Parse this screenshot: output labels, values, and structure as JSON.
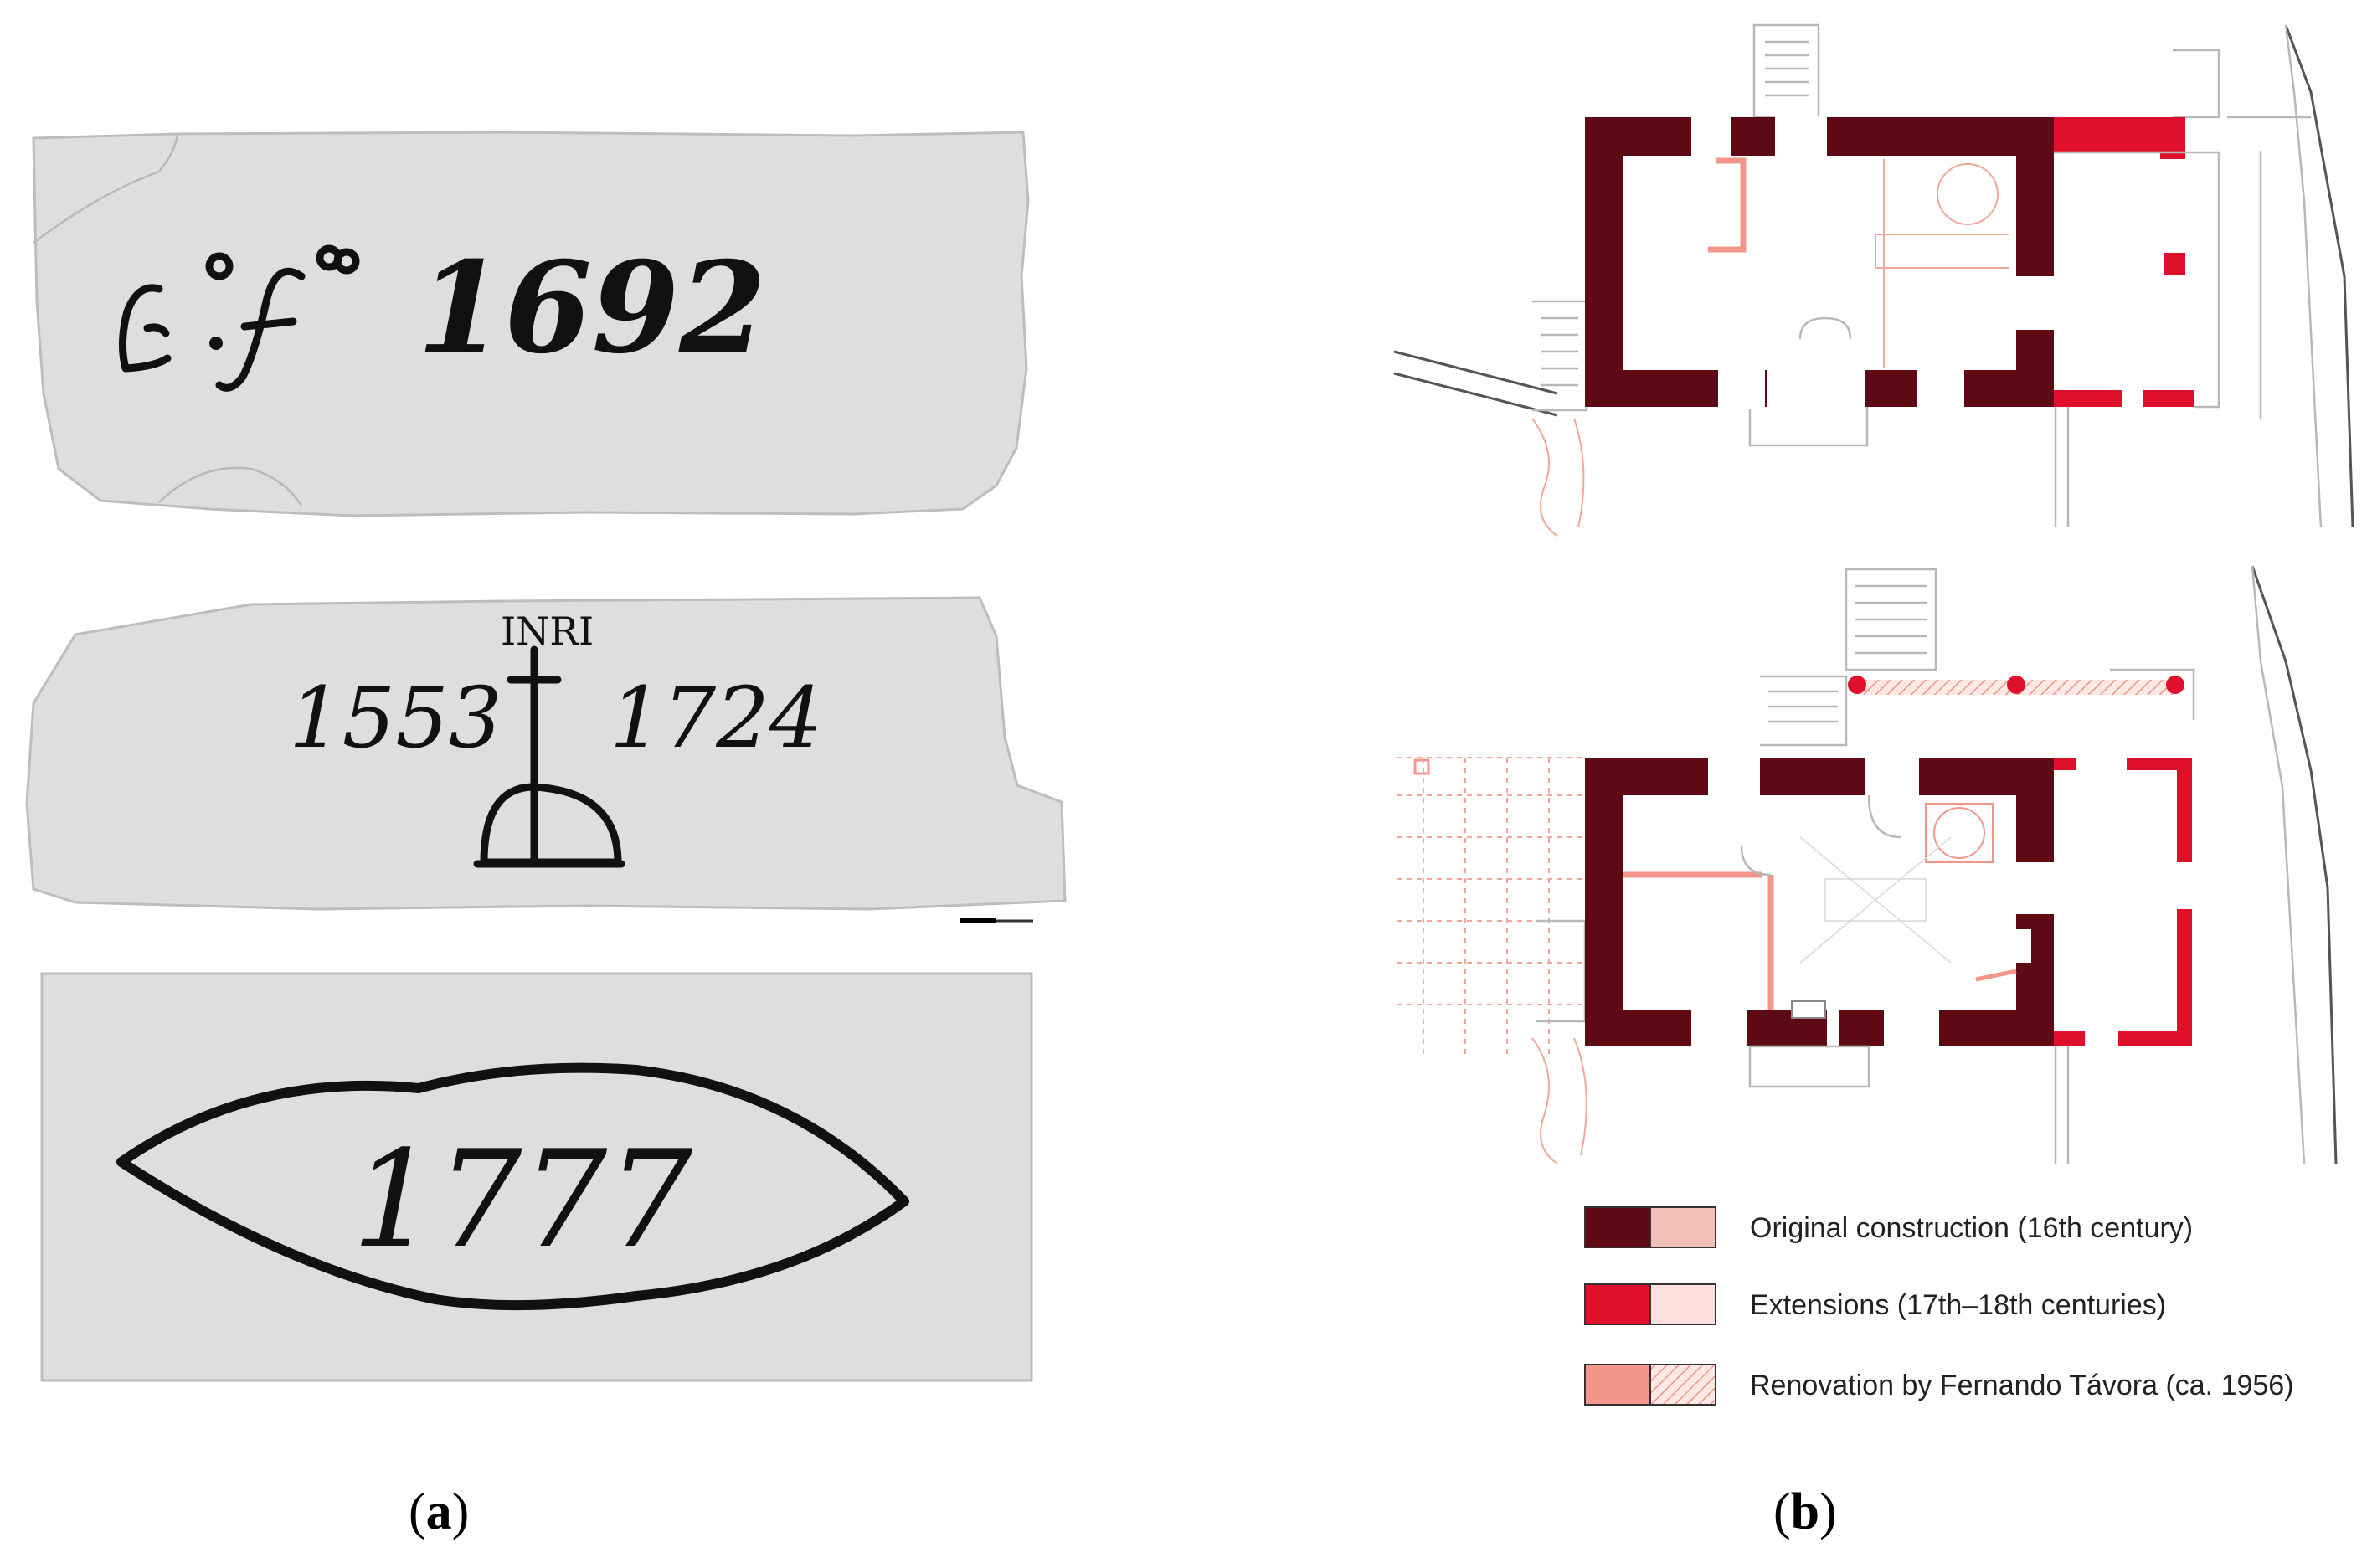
{
  "panel_a": {
    "caption": "a",
    "stone_1": {
      "inscription": "1692",
      "glyph_prefix": "E°f°"
    },
    "stone_2": {
      "left_year": "1553",
      "right_year": "1724",
      "cross_label": "INRI"
    },
    "stone_3": {
      "inscription": "1777"
    }
  },
  "panel_b": {
    "caption": "b",
    "legend": [
      {
        "label": "Original construction (16th century)",
        "colors": [
          "#5e0a14",
          "#f3c0b8"
        ]
      },
      {
        "label": "Extensions (17th–18th centuries)",
        "colors": [
          "#e0102a",
          "#fde0dc"
        ]
      },
      {
        "label": "Renovation by Fernando Távora (ca. 1956)",
        "colors": [
          "#f4958c",
          "hatch"
        ]
      }
    ]
  },
  "colors": {
    "stone": "#dedede",
    "original_wall": "#5e0a14",
    "extension_wall": "#e0102a",
    "renovation": "#f4958c",
    "ink": "#111111"
  }
}
